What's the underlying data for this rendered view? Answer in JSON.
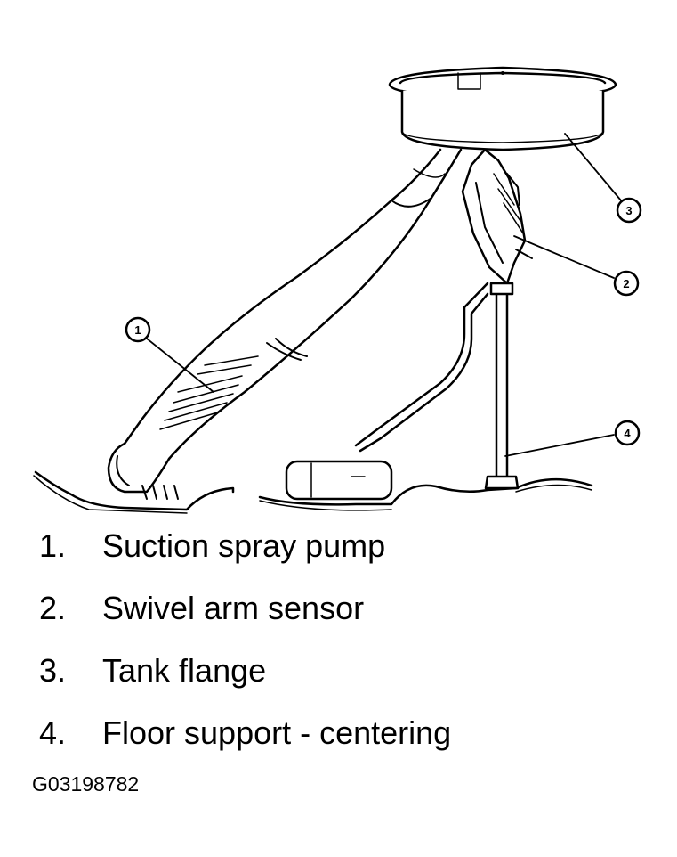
{
  "diagram": {
    "callouts": [
      "1",
      "2",
      "3",
      "4"
    ]
  },
  "legend": [
    {
      "num": "1.",
      "label": "Suction spray pump"
    },
    {
      "num": "2.",
      "label": "Swivel arm sensor"
    },
    {
      "num": "3.",
      "label": "Tank flange"
    },
    {
      "num": "4.",
      "label": "Floor support - centering"
    }
  ],
  "figure_id": "G03198782"
}
